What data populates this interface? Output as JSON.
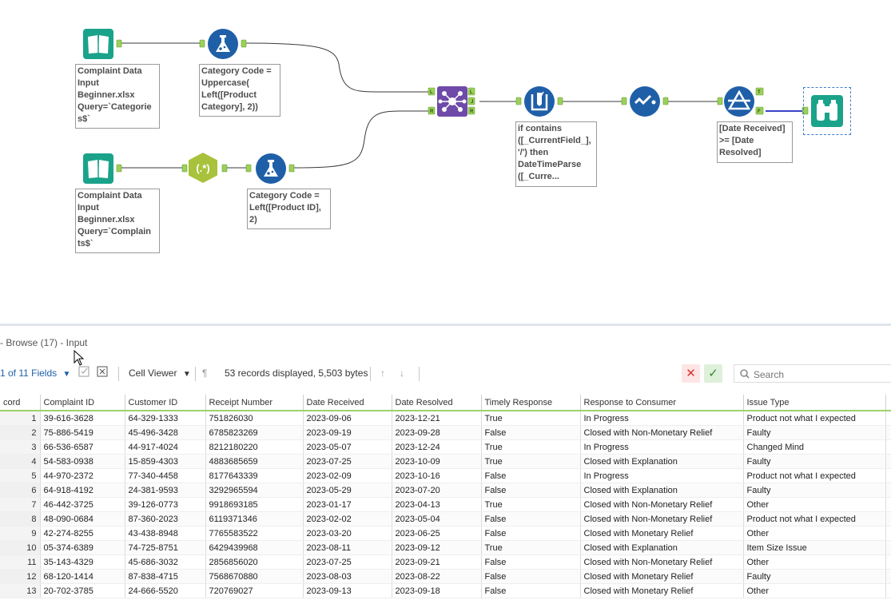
{
  "canvas": {
    "annotations": {
      "input1": "Complaint Data Input Beginner.xlsx Query=`Categorie s$`",
      "formula1": "Category Code = Uppercase( Left([Product Category], 2))",
      "input2": "Complaint Data Input Beginner.xlsx Query=`Complain ts$`",
      "formula2": "Category Code = Left([Product ID], 2)",
      "multifield": "if contains ([_CurrentField_], '/') then DateTimeParse ([_Curre...",
      "filter": "[Date Received] >= [Date Resolved]"
    },
    "anchors": {
      "left": "L",
      "right": "R",
      "join_j": "J",
      "true": "T",
      "false": "F"
    }
  },
  "results": {
    "title": "- Browse (17) - Input",
    "fields_selector": "1 of 11 Fields",
    "viewer": "Cell Viewer",
    "records_info": "53 records displayed, 5,503 bytes",
    "search_placeholder": "Search",
    "columns": [
      "cord",
      "Complaint ID",
      "Customer ID",
      "Receipt Number",
      "Date Received",
      "Date Resolved",
      "Timely Response",
      "Response to Consumer",
      "Issue Type"
    ],
    "rows": [
      [
        "1",
        "39-616-3628",
        "64-329-1333",
        "751826030",
        "2023-09-06",
        "2023-12-21",
        "True",
        "In Progress",
        "Product not what I expected"
      ],
      [
        "2",
        "75-886-5419",
        "45-496-3428",
        "6785823269",
        "2023-09-19",
        "2023-09-28",
        "False",
        "Closed with Non-Monetary Relief",
        "Faulty"
      ],
      [
        "3",
        "66-536-6587",
        "44-917-4024",
        "8212180220",
        "2023-05-07",
        "2023-12-24",
        "True",
        "In Progress",
        "Changed Mind"
      ],
      [
        "4",
        "54-583-0938",
        "15-859-4303",
        "4883685659",
        "2023-07-25",
        "2023-10-09",
        "True",
        "Closed with Explanation",
        "Faulty"
      ],
      [
        "5",
        "44-970-2372",
        "77-340-4458",
        "8177643339",
        "2023-02-09",
        "2023-10-16",
        "False",
        "In Progress",
        "Product not what I expected"
      ],
      [
        "6",
        "64-918-4192",
        "24-381-9593",
        "3292965594",
        "2023-05-29",
        "2023-07-20",
        "False",
        "Closed with Explanation",
        "Faulty"
      ],
      [
        "7",
        "46-442-3725",
        "39-126-0773",
        "9918693185",
        "2023-01-17",
        "2023-04-13",
        "True",
        "Closed with Non-Monetary Relief",
        "Other"
      ],
      [
        "8",
        "48-090-0684",
        "87-360-2023",
        "6119371346",
        "2023-02-02",
        "2023-05-04",
        "False",
        "Closed with Non-Monetary Relief",
        "Product not what I expected"
      ],
      [
        "9",
        "42-274-8255",
        "43-438-8948",
        "7765583522",
        "2023-03-20",
        "2023-06-25",
        "False",
        "Closed with Monetary Relief",
        "Other"
      ],
      [
        "10",
        "05-374-6389",
        "74-725-8751",
        "6429439968",
        "2023-08-11",
        "2023-09-12",
        "True",
        "Closed with Explanation",
        "Item Size Issue"
      ],
      [
        "11",
        "35-143-4329",
        "45-686-3032",
        "2856856020",
        "2023-07-25",
        "2023-09-21",
        "False",
        "Closed with Non-Monetary Relief",
        "Other"
      ],
      [
        "12",
        "68-120-1414",
        "87-838-4715",
        "7568670880",
        "2023-08-03",
        "2023-08-22",
        "False",
        "Closed with Monetary Relief",
        "Faulty"
      ],
      [
        "13",
        "20-702-3785",
        "24-666-5520",
        "720769027",
        "2023-09-13",
        "2023-09-18",
        "False",
        "Closed with Monetary Relief",
        "Other"
      ]
    ]
  },
  "colors": {
    "input_tool": "#1aa38a",
    "formula_tool": "#1f5fa8",
    "regex_tool": "#a8c23c",
    "join_tool": "#6f4aa8",
    "anchor": "#9bd15a",
    "selected_connection": "#3b45c8"
  }
}
